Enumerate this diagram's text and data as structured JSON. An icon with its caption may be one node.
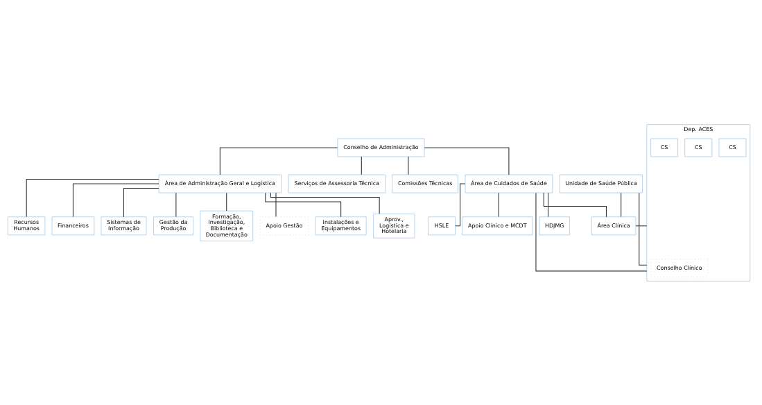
{
  "diagram": {
    "nodes": [
      {
        "text": [
          "Conselho de Administração"
        ]
      },
      {
        "text": [
          "Comissões Técnicas"
        ]
      },
      {
        "text": [
          "Área de Cuidados de Saúde"
        ]
      },
      {
        "text": [
          "Área de Administração Geral e Logística"
        ]
      },
      {
        "text": [
          "Serviços de Assessoria Técnica"
        ]
      },
      {
        "text": [
          "Unidade de Saúde Pública"
        ]
      },
      {
        "text": [
          "Área Clínica"
        ]
      },
      {
        "text": [
          "Apoio Clínico e MCDT"
        ]
      },
      {
        "text": [
          "Dep. ACES"
        ]
      },
      {
        "text": [
          "Conselho Clínico"
        ],
        "in": 8
      },
      {
        "text": [
          "CS"
        ],
        "in": 8
      },
      {
        "text": [
          "CS"
        ],
        "in": 8
      },
      {
        "text": [
          "CS"
        ],
        "in": 8
      },
      {
        "text": [
          "HDJMG"
        ]
      },
      {
        "text": [
          "HSLE"
        ]
      },
      {
        "text": [
          "Instalações e Equipamentos"
        ]
      },
      {
        "text": [
          "Aprov., Logística e Hotelaria"
        ]
      },
      {
        "text": [
          "Recursos Humanos"
        ]
      },
      {
        "text": [
          "Financeiros"
        ]
      },
      {
        "text": [
          "Sistemas de Informação"
        ]
      },
      {
        "text": [
          "Gestão da Produção"
        ]
      },
      {
        "text": [
          "Formação, Investigação, Biblioteca e Documentação"
        ]
      },
      {
        "text": [
          "Apoio Gestão"
        ]
      }
    ],
    "edges": [
      {
        "from": 0,
        "to": 1,
        "arrow": "none"
      },
      {
        "from": 0,
        "to": 2,
        "arrow": "none"
      },
      {
        "from": 0,
        "to": 3,
        "arrow": "none"
      },
      {
        "from": 0,
        "to": 4,
        "arrow": "none"
      },
      {
        "from": 2,
        "to": 6,
        "arrow": "none"
      },
      {
        "from": 2,
        "to": 7,
        "arrow": "none"
      },
      {
        "from": 5,
        "to": 6,
        "arrow": "none"
      },
      {
        "from": 5,
        "to": 8,
        "arrow": "none"
      },
      {
        "from": 6,
        "to": 8,
        "arrow": "none"
      },
      {
        "from": 2,
        "to": 8,
        "arrow": "none"
      },
      {
        "from": 2,
        "to": 13,
        "arrow": "none"
      },
      {
        "from": 2,
        "to": 14,
        "arrow": "none"
      },
      {
        "from": 3,
        "to": 15,
        "arrow": "none"
      },
      {
        "from": 3,
        "to": 16,
        "arrow": "none"
      },
      {
        "from": 3,
        "to": 17,
        "arrow": "none"
      },
      {
        "from": 3,
        "to": 18,
        "arrow": "none"
      },
      {
        "from": 3,
        "to": 19,
        "arrow": "none"
      },
      {
        "from": 3,
        "to": 20,
        "arrow": "none"
      },
      {
        "from": 3,
        "to": 21,
        "arrow": "none"
      },
      {
        "from": 3,
        "to": 22,
        "arrow": "none"
      }
    ]
  }
}
